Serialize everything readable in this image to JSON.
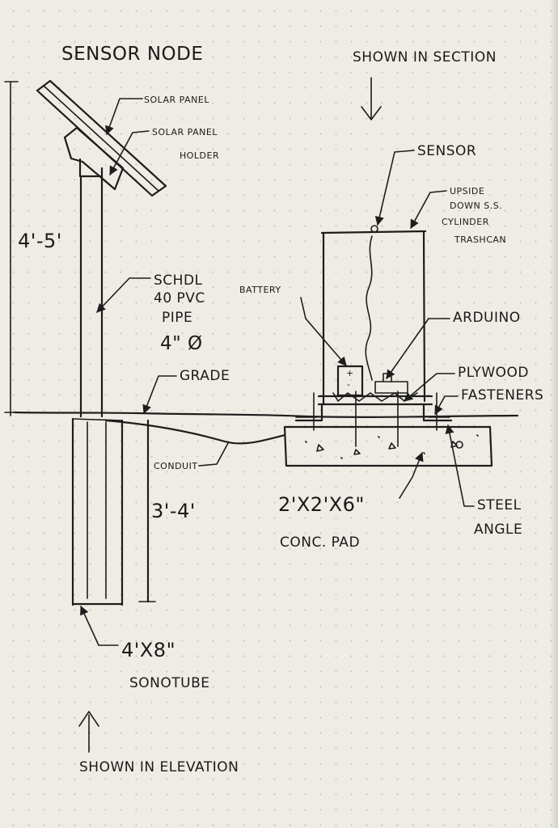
{
  "title": "Sensor Node",
  "view_section": "Shown in section",
  "view_elevation": "Shown in elevation",
  "labels": {
    "solar_panel": "Solar Panel",
    "solar_panel_holder_1": "Solar Panel",
    "solar_panel_holder_2": "Holder",
    "pipe_1": "Schdl",
    "pipe_2": "40 PVC",
    "pipe_3": "Pipe",
    "pipe_4": "4\" Ø",
    "grade": "Grade",
    "conduit": "Conduit",
    "sensor": "Sensor",
    "trashcan_1": "Upside",
    "trashcan_2": "Down S.S.",
    "trashcan_3": "Cylinder",
    "trashcan_4": "Trashcan",
    "battery": "Battery",
    "arduino": "Arduino",
    "plywood": "Plywood",
    "fasteners": "Fasteners",
    "pad_1": "2'x2'x6\"",
    "pad_2": "Conc. Pad",
    "steel_1": "Steel",
    "steel_2": "Angle",
    "sonotube_1": "4'x8\"",
    "sonotube_2": "Sonotube"
  },
  "dimensions": {
    "above_grade": "4'-5'",
    "below_grade": "3'-4'"
  },
  "battery_terminals": {
    "positive": "+",
    "negative": "-"
  }
}
